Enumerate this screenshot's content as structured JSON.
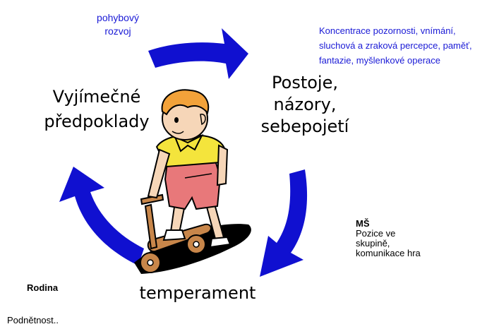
{
  "diagram": {
    "labels": {
      "motor": [
        "pohybový",
        "rozvoj"
      ],
      "cognition": "Koncentrace pozornosti, vnímání, sluchová a zraková percepce, paměť, fantazie, myšlenkové operace",
      "attitudes": [
        "Postoje,",
        "názory,",
        "sebepojetí"
      ],
      "exceptional": [
        "Vyjímečné",
        "předpoklady"
      ],
      "temperament": "temperament",
      "kindergarten_title": "MŠ",
      "kindergarten_lines": [
        "Pozice ve",
        "skupině,",
        "komunikace hra"
      ],
      "family_title": "Rodina",
      "family_text": "Podnětnost.."
    },
    "colors": {
      "arrow": "#1010d0",
      "label_blue": "#1a1ad6",
      "skin": "#f6d6b8",
      "hair": "#f2a23a",
      "shirt": "#f4e43c",
      "overalls": "#e8787a",
      "scooter": "#c8864a",
      "shadow": "#000000"
    },
    "illustration": "child-on-scooter"
  }
}
